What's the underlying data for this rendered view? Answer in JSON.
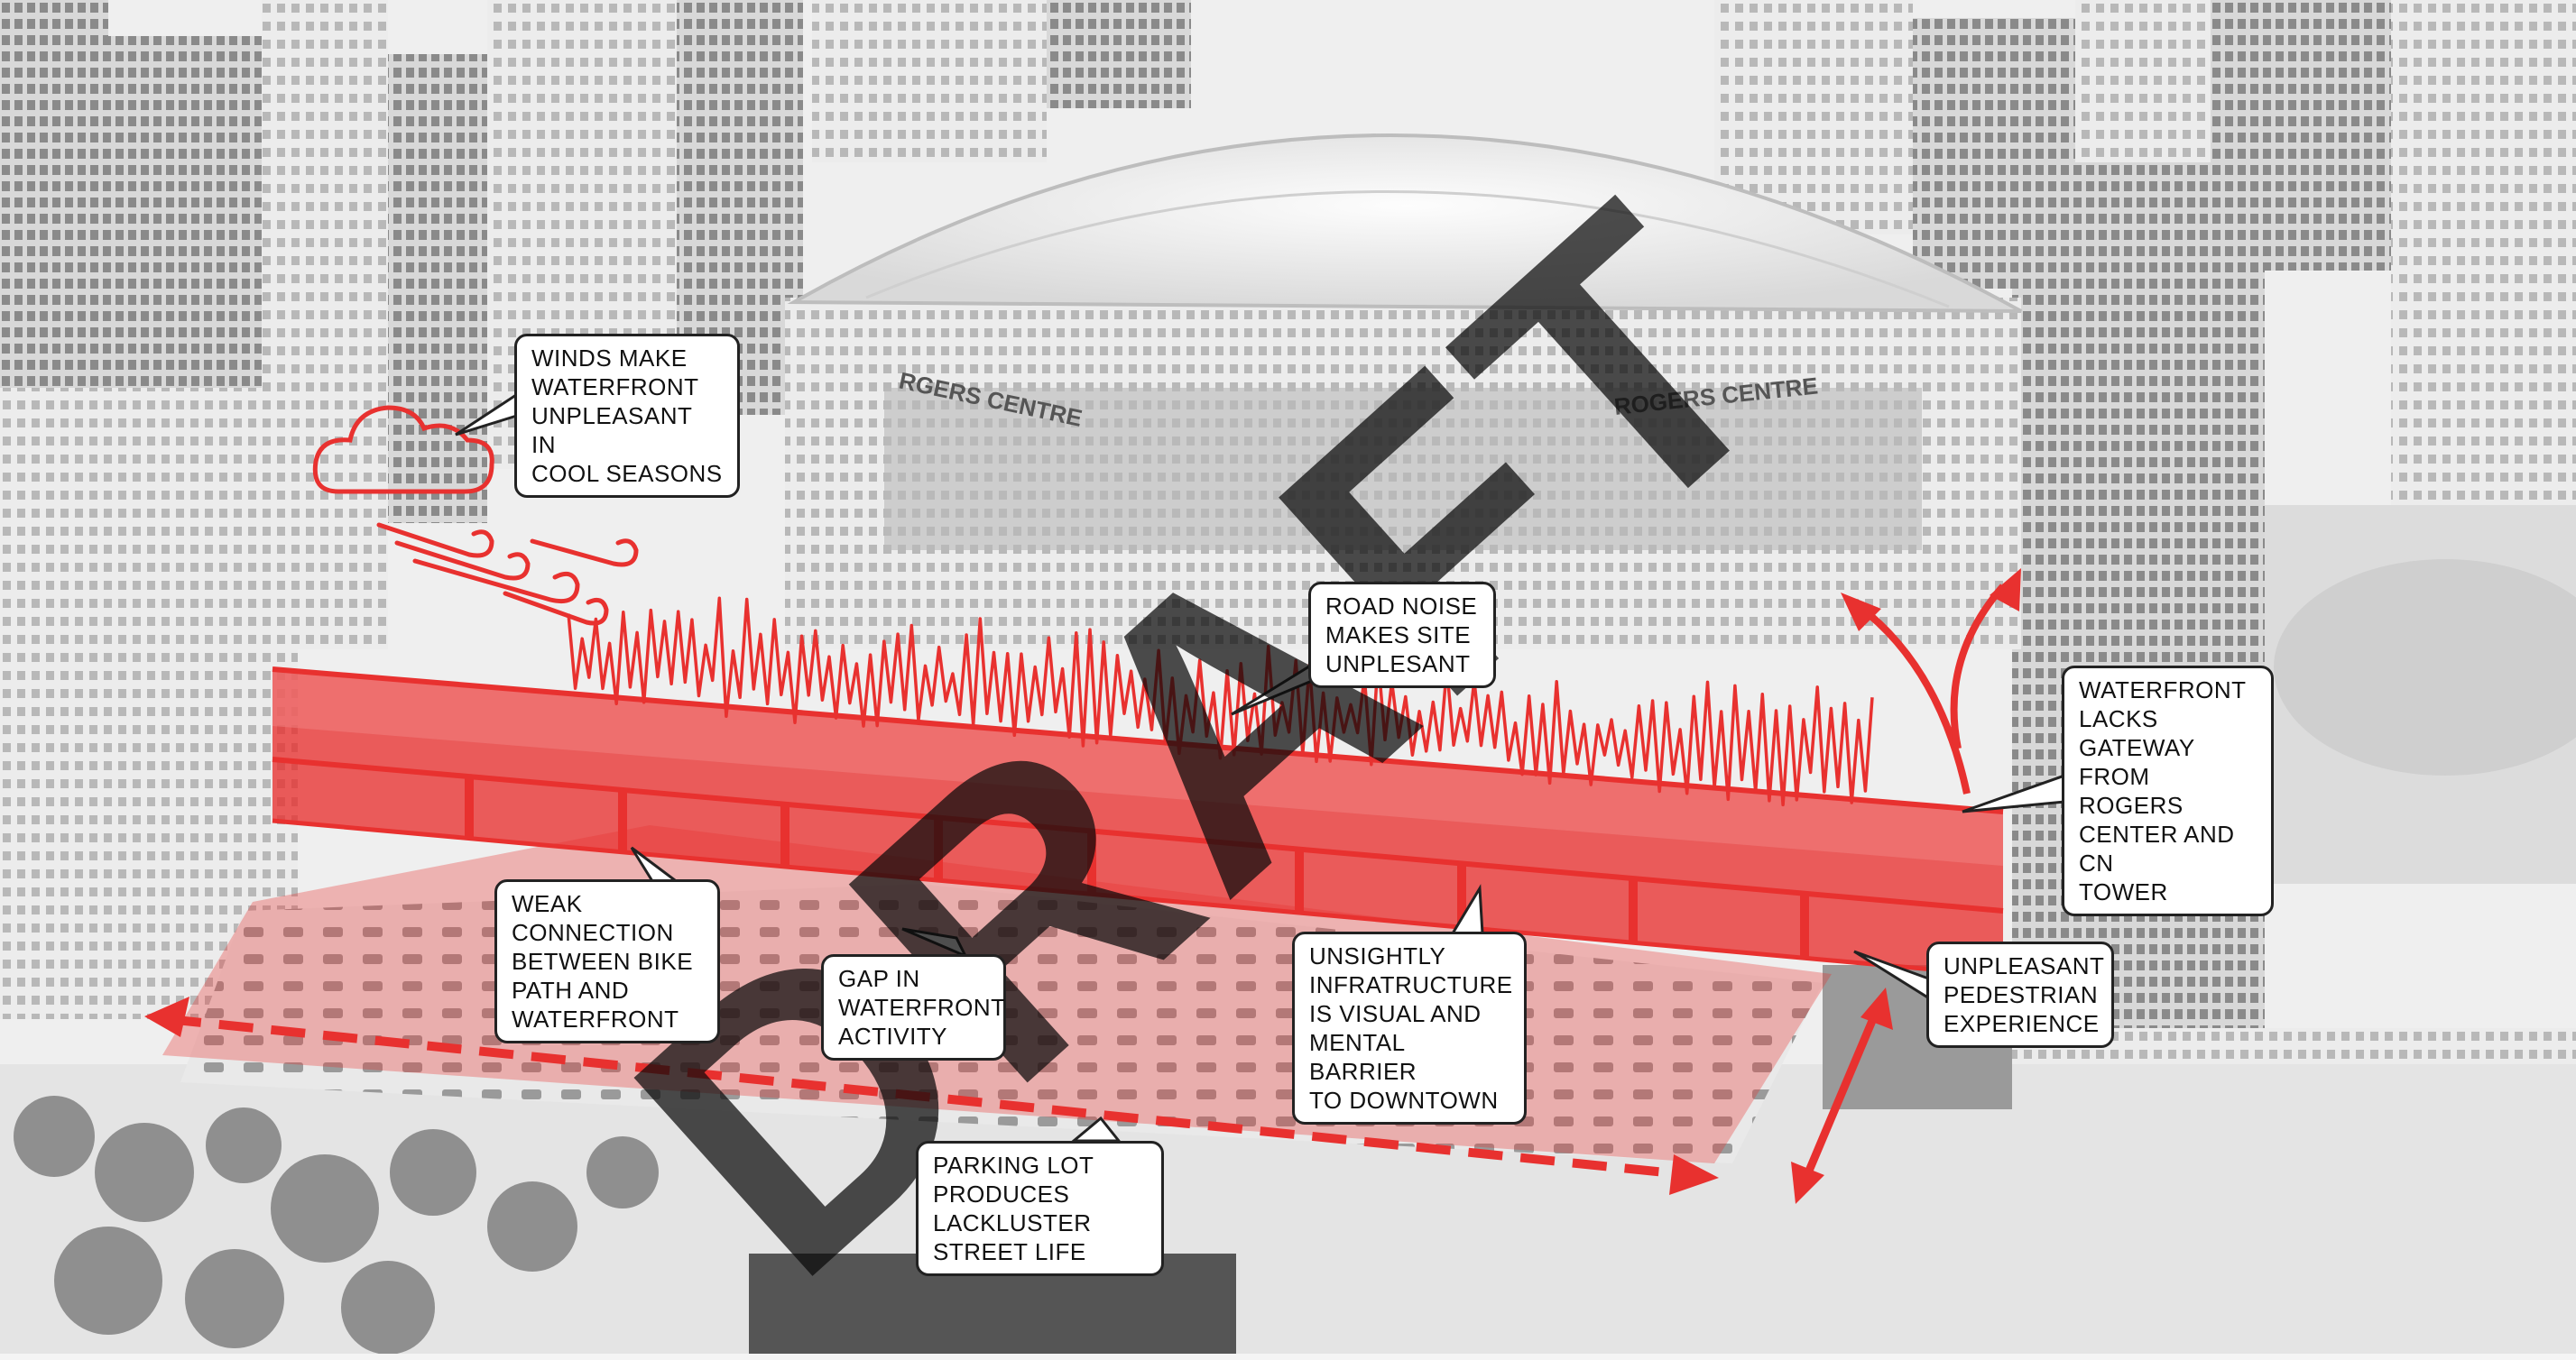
{
  "watermark": "DRAFT",
  "colors": {
    "accent": "#e8312f",
    "overlay": "#f0a0a2",
    "ink": "#222222"
  },
  "stadium_signs": {
    "sign_left": "RGERS CENTRE",
    "sign_right": "ROGERS CENTRE"
  },
  "callouts": [
    {
      "id": "winds",
      "text": "WINDS MAKE\nWATERFRONT\nUNPLEASANT IN\nCOOL SEASONS"
    },
    {
      "id": "road-noise",
      "text": "ROAD NOISE\nMAKES SITE\nUNPLESANT"
    },
    {
      "id": "gateway",
      "text": "WATERFRONT\nLACKS\nGATEWAY FROM\nROGERS\nCENTER AND CN\nTOWER"
    },
    {
      "id": "weak-connection",
      "text": "WEAK\nCONNECTION\nBETWEEN BIKE\nPATH AND\nWATERFRONT"
    },
    {
      "id": "gap",
      "text": "GAP IN\nWATERFRONT\nACTIVITY"
    },
    {
      "id": "infrastructure",
      "text": "UNSIGHTLY\nINFRATRUCTURE\nIS VISUAL AND\nMENTAL BARRIER\nTO DOWNTOWN"
    },
    {
      "id": "pedestrian",
      "text": "UNPLEASANT\nPEDESTRIAN\nEXPERIENCE"
    },
    {
      "id": "parking",
      "text": "PARKING LOT\nPRODUCES\nLACKLUSTER\nSTREET LIFE"
    }
  ]
}
